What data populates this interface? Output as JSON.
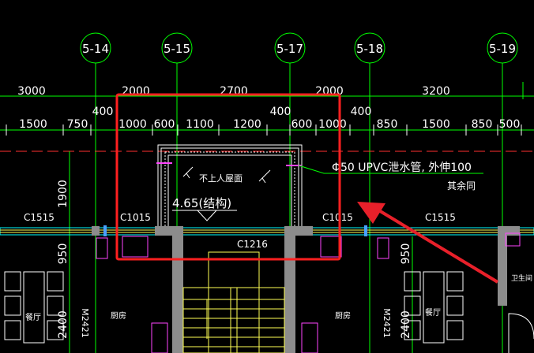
{
  "axes": {
    "labels": [
      "5-14",
      "5-15",
      "5-17",
      "5-18",
      "5-19"
    ]
  },
  "dimensions": {
    "row1": [
      "3000",
      "2000",
      "2700",
      "2000",
      "3200"
    ],
    "row2_400": [
      "400",
      "400",
      "400"
    ],
    "row3": [
      "1500",
      "750",
      "1000",
      "600",
      "1100",
      "1200",
      "600",
      "1000",
      "850",
      "1500",
      "850",
      "500"
    ],
    "vertical": [
      "1900",
      "950",
      "2400",
      "950",
      "2400"
    ]
  },
  "windows": [
    "C1515",
    "C1015",
    "C1015",
    "C1515",
    "C1216"
  ],
  "doors": [
    "M2421",
    "M2421"
  ],
  "annotations": {
    "roof_note": "不上人屋面",
    "elevation": "4.65(结构)",
    "drain_pipe": "Φ50 UPVC泄水管, 外伸100",
    "drain_pipe_2": "其余同"
  },
  "room_labels": [
    "餐厅",
    "厨房",
    "厨房",
    "餐厅",
    "卫生间"
  ],
  "colors": {
    "highlight_box": "#ff2020",
    "arrow": "#e8202a",
    "axis_green": "#00ff00",
    "wall_gray": "#8c8c8c",
    "dim_white": "#ffffff",
    "window_cyan": "#00ffff",
    "yellow": "#ffff55",
    "magenta": "#ff44ff"
  }
}
